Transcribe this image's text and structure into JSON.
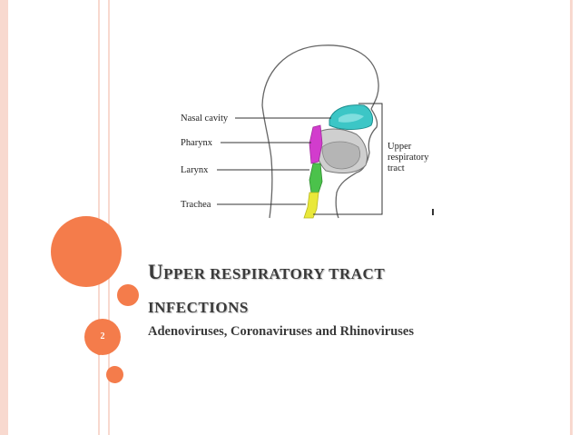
{
  "slide": {
    "number": "2",
    "title_line1_first": "U",
    "title_line1_rest": "PPER RESPIRATORY TRACT",
    "title_line2": "INFECTIONS",
    "subtitle": "Adenoviruses, Coronaviruses and Rhinoviruses"
  },
  "diagram": {
    "labels": {
      "nasal_cavity": "Nasal cavity",
      "pharynx": "Pharynx",
      "larynx": "Larynx",
      "trachea": "Trachea",
      "upper_1": "Upper",
      "upper_2": "respiratory",
      "upper_3": "tract"
    }
  },
  "colors": {
    "accent": "#f47c4b",
    "rule": "#f8d9cf",
    "nasal": "#3cc6c6",
    "pharynx": "#d23ccd",
    "larynx": "#4bc24b",
    "trachea": "#e9e83a",
    "text": "#3a3a3a"
  }
}
